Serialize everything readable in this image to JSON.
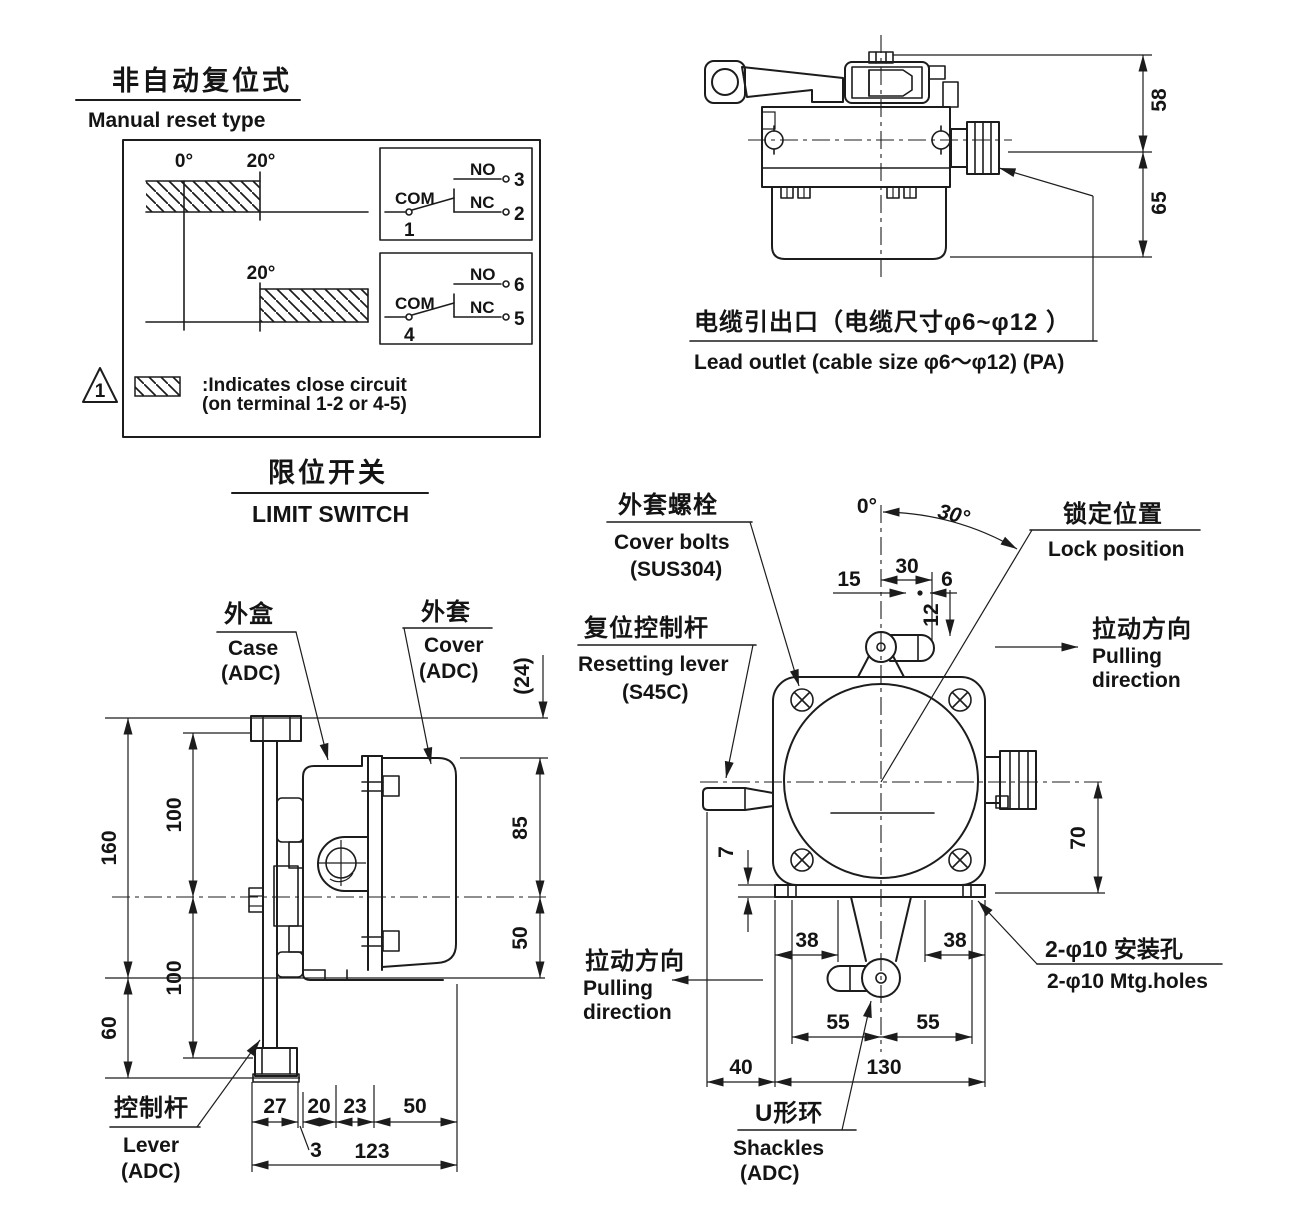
{
  "colors": {
    "ink": "#1c1c1c",
    "background": "#ffffff"
  },
  "reset_panel": {
    "title_cn": "非自动复位式",
    "title_en": "Manual reset type",
    "diagram1_angle0": "0°",
    "diagram1_angle20": "20°",
    "diagram2_angle20": "20°",
    "circuit1": {
      "no": "NO",
      "no_terminal": "3",
      "com": "COM",
      "com_terminal": "1",
      "nc": "NC",
      "nc_terminal": "2"
    },
    "circuit2": {
      "no": "NO",
      "no_terminal": "6",
      "com": "COM",
      "com_terminal": "4",
      "nc": "NC",
      "nc_terminal": "5"
    },
    "note_flag": "1",
    "note_line1": ":Indicates close circuit",
    "note_line2": "(on terminal 1-2 or 4-5)"
  },
  "section_title": {
    "cn": "限位开关",
    "en": "LIMIT SWITCH"
  },
  "top_view": {
    "dim_58": "58",
    "dim_65": "65",
    "lead_outlet_cn": "电缆引出口（电缆尺寸φ6~φ12 ）",
    "lead_outlet_en": "Lead outlet (cable size φ6～φ12) (PA)"
  },
  "side_view": {
    "case_cn": "外盒",
    "case_en": "Case",
    "case_mat": "(ADC)",
    "cover_cn": "外套",
    "cover_en": "Cover",
    "cover_mat": "(ADC)",
    "lever_cn": "控制杆",
    "lever_en": "Lever",
    "lever_mat": "(ADC)",
    "dim_24": "(24)",
    "dim_85": "85",
    "dim_50": "50",
    "dim_160": "160",
    "dim_100a": "100",
    "dim_100b": "100",
    "dim_60": "60",
    "dim_27": "27",
    "dim_20": "20",
    "dim_23": "23",
    "dim_50b": "50",
    "dim_3": "3",
    "dim_123": "123"
  },
  "front_view": {
    "cover_bolts_cn": "外套螺栓",
    "cover_bolts_en": "Cover bolts",
    "cover_bolts_mat": "(SUS304)",
    "reset_lever_cn": "复位控制杆",
    "reset_lever_en": "Resetting lever",
    "reset_lever_mat": "(S45C)",
    "lock_cn": "锁定位置",
    "lock_en": "Lock position",
    "pull_right_cn": "拉动方向",
    "pull_right_en1": "Pulling",
    "pull_right_en2": "direction",
    "pull_left_cn": "拉动方向",
    "pull_left_en1": "Pulling",
    "pull_left_en2": "direction",
    "shackles_cn": "U形环",
    "shackles_en": "Shackles",
    "shackles_mat": "(ADC)",
    "mtg_holes_cn": "2-φ10 安装孔",
    "mtg_holes_en": "2-φ10 Mtg.holes",
    "angle_0": "0°",
    "angle_30": "30°",
    "dim_30": "30",
    "dim_15": "15",
    "dim_6": "6",
    "dim_12": "12",
    "dim_70": "70",
    "dim_7": "7",
    "dim_38a": "38",
    "dim_38b": "38",
    "dim_55a": "55",
    "dim_55b": "55",
    "dim_40": "40",
    "dim_130": "130"
  }
}
